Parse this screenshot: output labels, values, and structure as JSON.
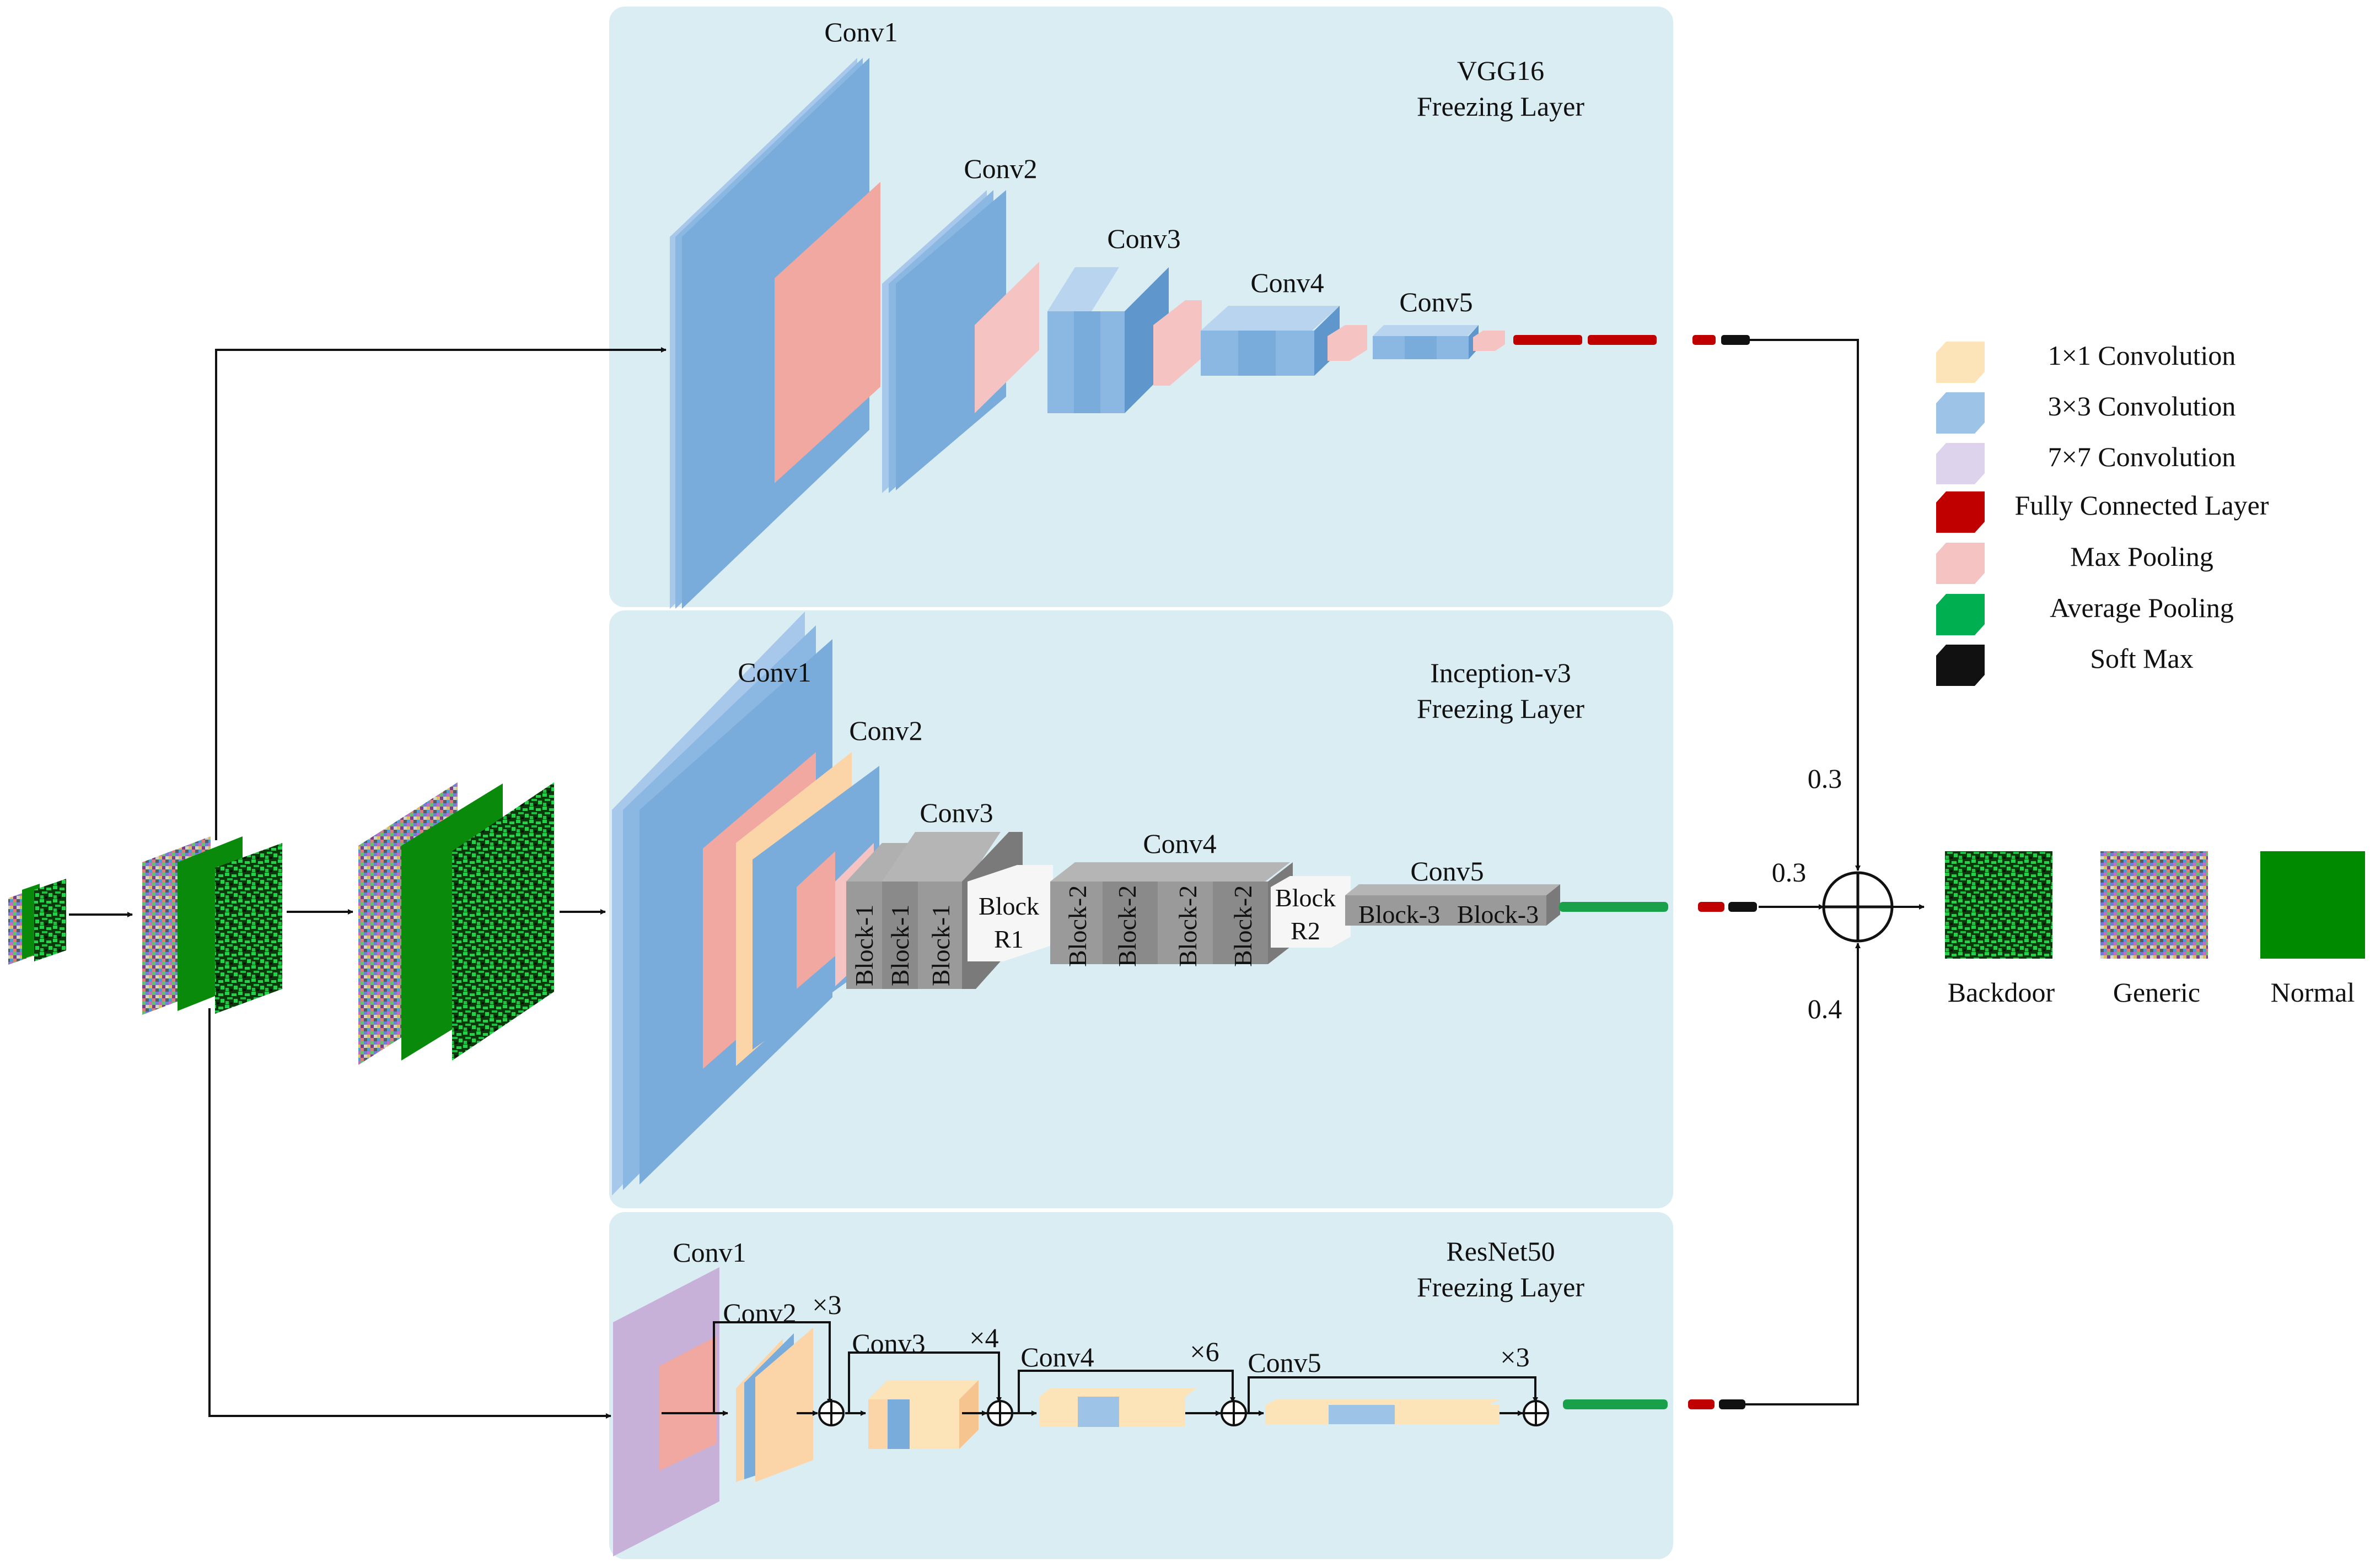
{
  "panels": {
    "vgg": {
      "title": "VGG16",
      "subtitle": "Freezing Layer",
      "conv_labels": [
        "Conv1",
        "Conv2",
        "Conv3",
        "Conv4",
        "Conv5"
      ]
    },
    "inception": {
      "title": "Inception-v3",
      "subtitle": "Freezing Layer",
      "conv_labels": [
        "Conv1",
        "Conv2",
        "Conv3",
        "Conv4",
        "Conv5"
      ],
      "block_labels": {
        "block1": "Block-1",
        "block_r1": [
          "Block",
          "R1"
        ],
        "block2": "Block-2",
        "block_r2": [
          "Block",
          "R2"
        ],
        "block3": "Block-3"
      }
    },
    "resnet": {
      "title": "ResNet50",
      "subtitle": "Freezing Layer",
      "conv_labels": [
        "Conv1",
        "Conv2",
        "Conv3",
        "Conv4",
        "Conv5"
      ],
      "repeats": [
        "×3",
        "×4",
        "×6",
        "×3"
      ]
    }
  },
  "weights": {
    "vgg": "0.3",
    "inception": "0.3",
    "resnet": "0.4"
  },
  "legend": [
    {
      "label": "1×1 Convolution",
      "color": "#fde3b8"
    },
    {
      "label": "3×3 Convolution",
      "color": "#9dc3e6"
    },
    {
      "label": "7×7 Convolution",
      "color": "#ddd3ec"
    },
    {
      "label": "Fully Connected Layer",
      "color": "#c00000"
    },
    {
      "label": "Max Pooling",
      "color": "#f6c3c3"
    },
    {
      "label": "Average Pooling",
      "color": "#00b050"
    },
    {
      "label": "Soft Max",
      "color": "#111111"
    }
  ],
  "outputs": [
    "Backdoor",
    "Generic",
    "Normal"
  ],
  "colors": {
    "panel_bg": "#daedf3",
    "conv3x3": "#79abdb",
    "maxpool": "#f0a8a0",
    "conv7x7": "#c8b1d9",
    "conv1x1": "#fbd4a8",
    "gray_block": "#9a9a9a",
    "green": "#19a04a",
    "dark_green": "#008a00"
  }
}
